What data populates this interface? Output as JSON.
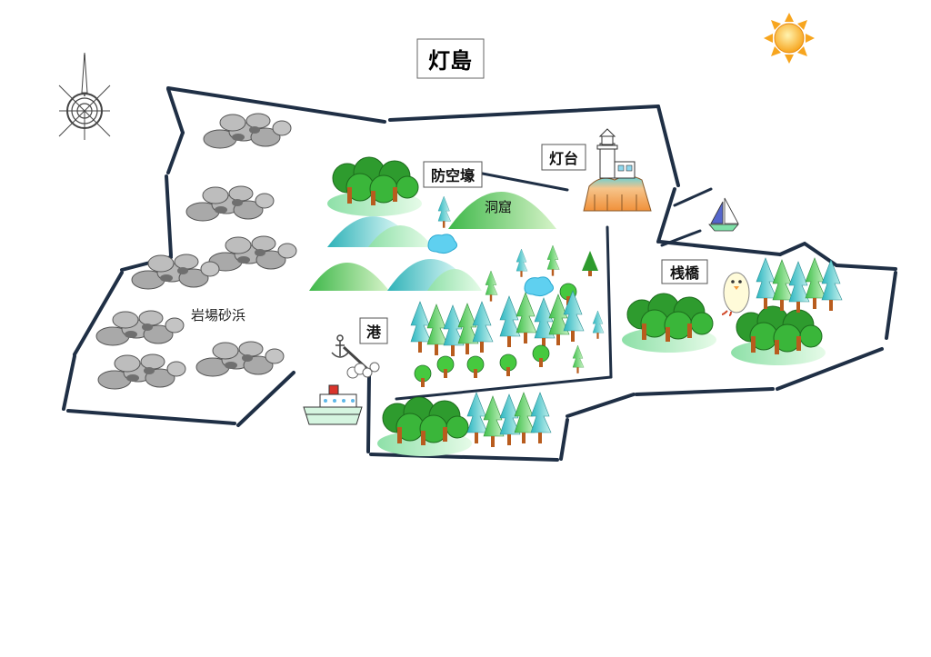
{
  "map": {
    "title": "灯島",
    "labels": {
      "air_raid_shelter": "防空壕",
      "lighthouse": "灯台",
      "cave": "洞窟",
      "pier": "桟橋",
      "harbor": "港",
      "rocky_beach": "岩場砂浜"
    },
    "icons": [
      "compass-icon",
      "sun-icon",
      "lighthouse-icon",
      "sailboat-icon",
      "ship-icon",
      "anchor-icon",
      "chick-icon",
      "tree-icon",
      "rock-icon",
      "hill-icon",
      "pond-icon"
    ],
    "colors": {
      "coast": "#1f2f45",
      "tree_foliage": "#2e9b2e",
      "conifer": "#46c3c8",
      "trunk": "#b85c1e",
      "rock": "#a9a9a9",
      "hill_green": "#49c24a",
      "hill_teal": "#3bb9c0",
      "pond": "#5fd0f0",
      "sun": "#f7a51e",
      "lighthouse_base": "#f29a3a"
    }
  }
}
